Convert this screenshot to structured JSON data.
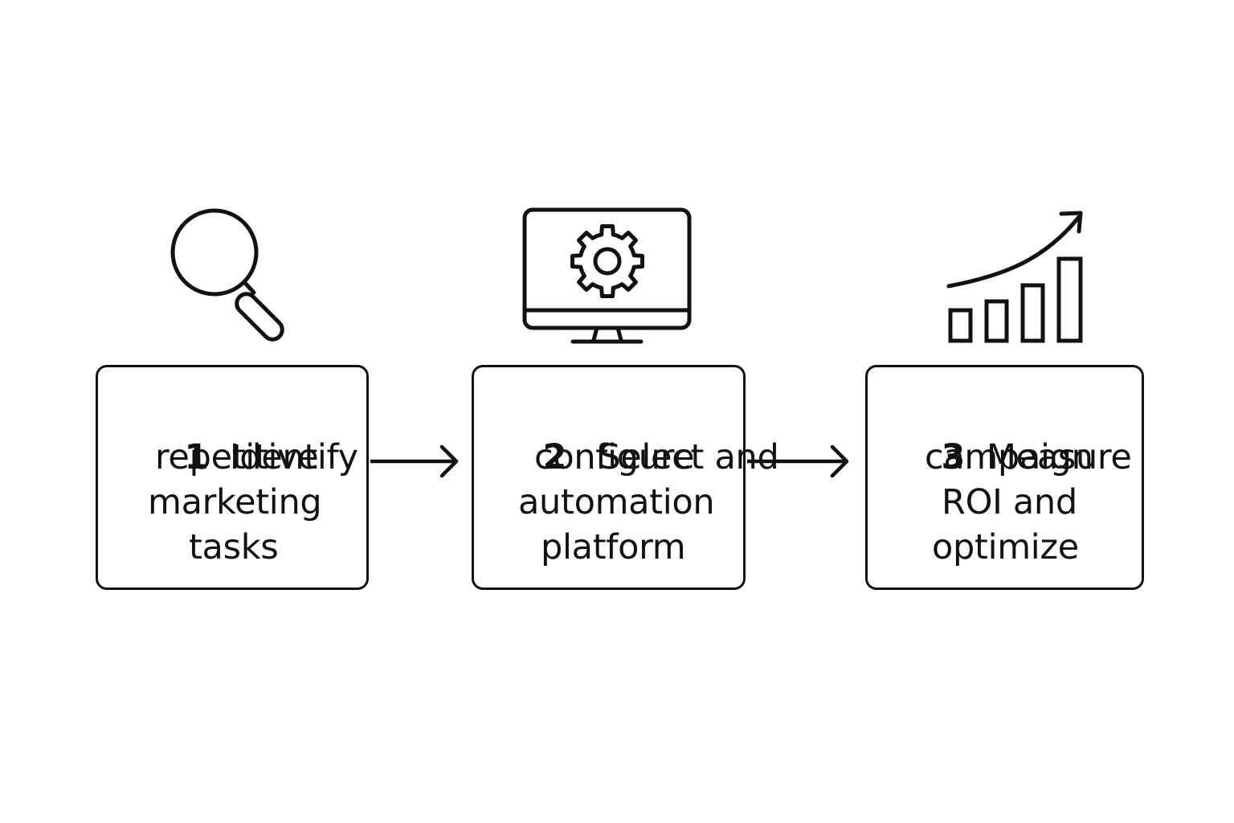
{
  "steps": [
    {
      "number": "1",
      "lines": [
        "Identify",
        "repetitive",
        "marketing",
        "tasks"
      ],
      "icon": "magnifying-glass-icon"
    },
    {
      "number": "2",
      "lines": [
        "Select and",
        "configure",
        "automation",
        "platform"
      ],
      "icon": "monitor-gear-icon"
    },
    {
      "number": "3",
      "lines": [
        "Measure",
        "campaign",
        "ROI and",
        "optimize"
      ],
      "icon": "growth-bar-chart-icon"
    }
  ],
  "connectors": [
    "arrow-right-icon",
    "arrow-right-icon"
  ],
  "colors": {
    "stroke": "#111111",
    "background": "#ffffff"
  }
}
